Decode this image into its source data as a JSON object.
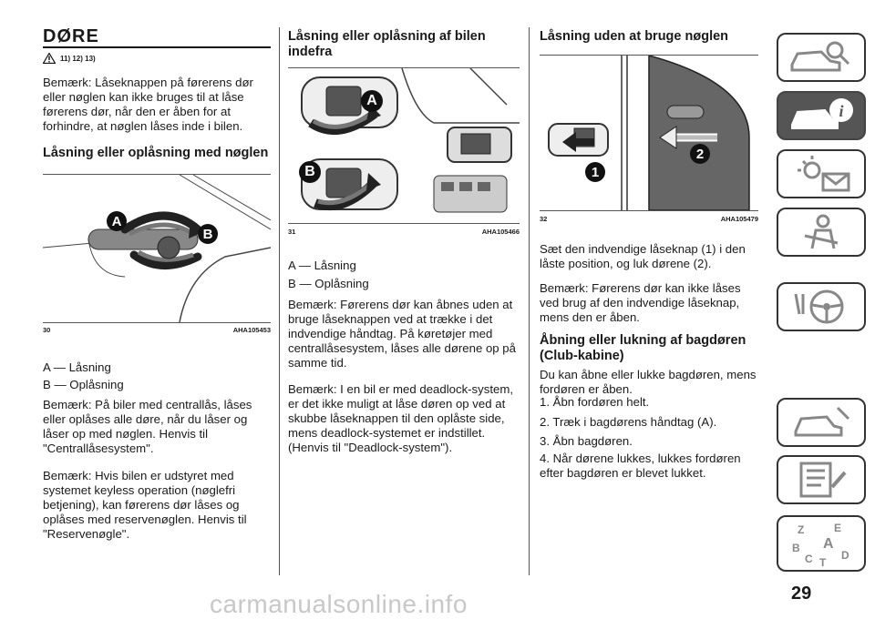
{
  "section_title": "DØRE",
  "warning_refs": "11) 12) 13)",
  "col1": {
    "note1": "Bemærk: Låseknappen på førerens dør eller nøglen kan ikke bruges til at låse førerens dør, når den er åben for at forhindre, at nøglen låses inde i bilen.",
    "heading": "Låsning eller oplåsning med nøglen",
    "fig_num": "30",
    "fig_code": "AHA105453",
    "label_a": "A",
    "label_b": "B",
    "legend_a": "A — Låsning",
    "legend_b": "B — Oplåsning",
    "note2": "Bemærk: På biler med centrallås, låses eller oplåses alle døre, når du låser og låser op med nøglen. Henvis til \"Centrallåsesystem\".",
    "note3": "Bemærk: Hvis bilen er udstyret med systemet keyless operation (nøglefri betjening), kan førerens dør låses og oplåses med reservenøglen. Henvis til \"Reservenøgle\"."
  },
  "col2": {
    "heading": "Låsning eller oplåsning af bilen indefra",
    "fig_num": "31",
    "fig_code": "AHA105466",
    "label_a": "A",
    "label_b": "B",
    "legend_a": "A — Låsning",
    "legend_b": "B — Oplåsning",
    "note1": "Bemærk: Førerens dør kan åbnes uden at bruge låseknappen ved at trække i det indvendige håndtag. På køretøjer med centrallåsesystem, låses alle dørene op på samme tid.",
    "note2": "Bemærk: I en bil er med deadlock-system, er det ikke muligt at låse døren op ved at skubbe låseknappen til den oplåste side, mens deadlock-systemet er indstillet. (Henvis til \"Deadlock-system\")."
  },
  "col3": {
    "heading": "Låsning uden at bruge nøglen",
    "fig_num": "32",
    "fig_code": "AHA105479",
    "label_1": "1",
    "label_2": "2",
    "text1": "Sæt den indvendige låseknap (1) i den låste position, og luk dørene (2).",
    "note1": "Bemærk: Førerens dør kan ikke låses ved brug af den indvendige låseknap, mens den er åben.",
    "heading2": "Åbning eller lukning af bagdøren (Club-kabine)",
    "text2": "Du kan åbne eller lukke bagdøren, mens fordøren er åben.",
    "steps": [
      "1. Åbn fordøren helt.",
      "2. Træk i bagdørens håndtag (A).",
      "3. Åbn bagdøren.",
      "4. Når dørene lukkes, lukkes fordøren efter bagdøren er blevet lukket."
    ]
  },
  "sidebar": {
    "tabs": [
      {
        "icon": "car-search-icon",
        "active": false
      },
      {
        "icon": "car-info-icon",
        "active": true
      },
      {
        "icon": "warning-light-message-icon",
        "active": false
      },
      {
        "icon": "airbag-seat-icon",
        "active": false
      },
      {
        "icon": "steering-wheel-icon",
        "active": false
      },
      {
        "icon": "car-service-icon",
        "active": false
      },
      {
        "icon": "maintenance-checklist-icon",
        "active": false
      },
      {
        "icon": "alphabet-index-icon",
        "active": false
      }
    ],
    "tab_glyphs": {
      "alphabet": [
        "Z",
        "E",
        "A",
        "B",
        "C",
        "T",
        "D"
      ]
    }
  },
  "page_number": "29",
  "watermark": "carmanualsonline.info",
  "colors": {
    "text": "#1a1a1a",
    "active_tab": "#555555",
    "watermark": "#c8c8c8"
  }
}
